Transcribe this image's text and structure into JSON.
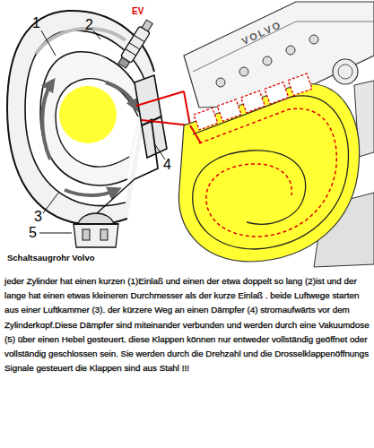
{
  "diagram": {
    "title": "Schaltsaugrohr Volvo",
    "labels": [
      "EV",
      "1",
      "2",
      "3",
      "4",
      "5",
      "VOLVO",
      "jeder Zylinder hat einen kurzen (1)Einlaß und einen der etwa doppelt so lang (2)ist und der lange hat einen etwas kleineren Durchmesser als der kurze Einlaß . beide Luftwege starten aus einer Luftkammer (3). der kürzere Weg an einen Dämpfer (4) stromaufwärts vor dem Zylinderkopf.Diese Dämpfer sind miteinander verbunden und werden durch eine Vakuumdose (5) über einen Hebel gesteuert. diese Klappen können nur entweder vollständig geöffnet oder vollständig geschlossen sein. Sie werden durch die Drehzahl und die Drosselklappenöffnungs Signale gesteuert die Klappen sind aus Stahl !!!"
    ]
  }
}
